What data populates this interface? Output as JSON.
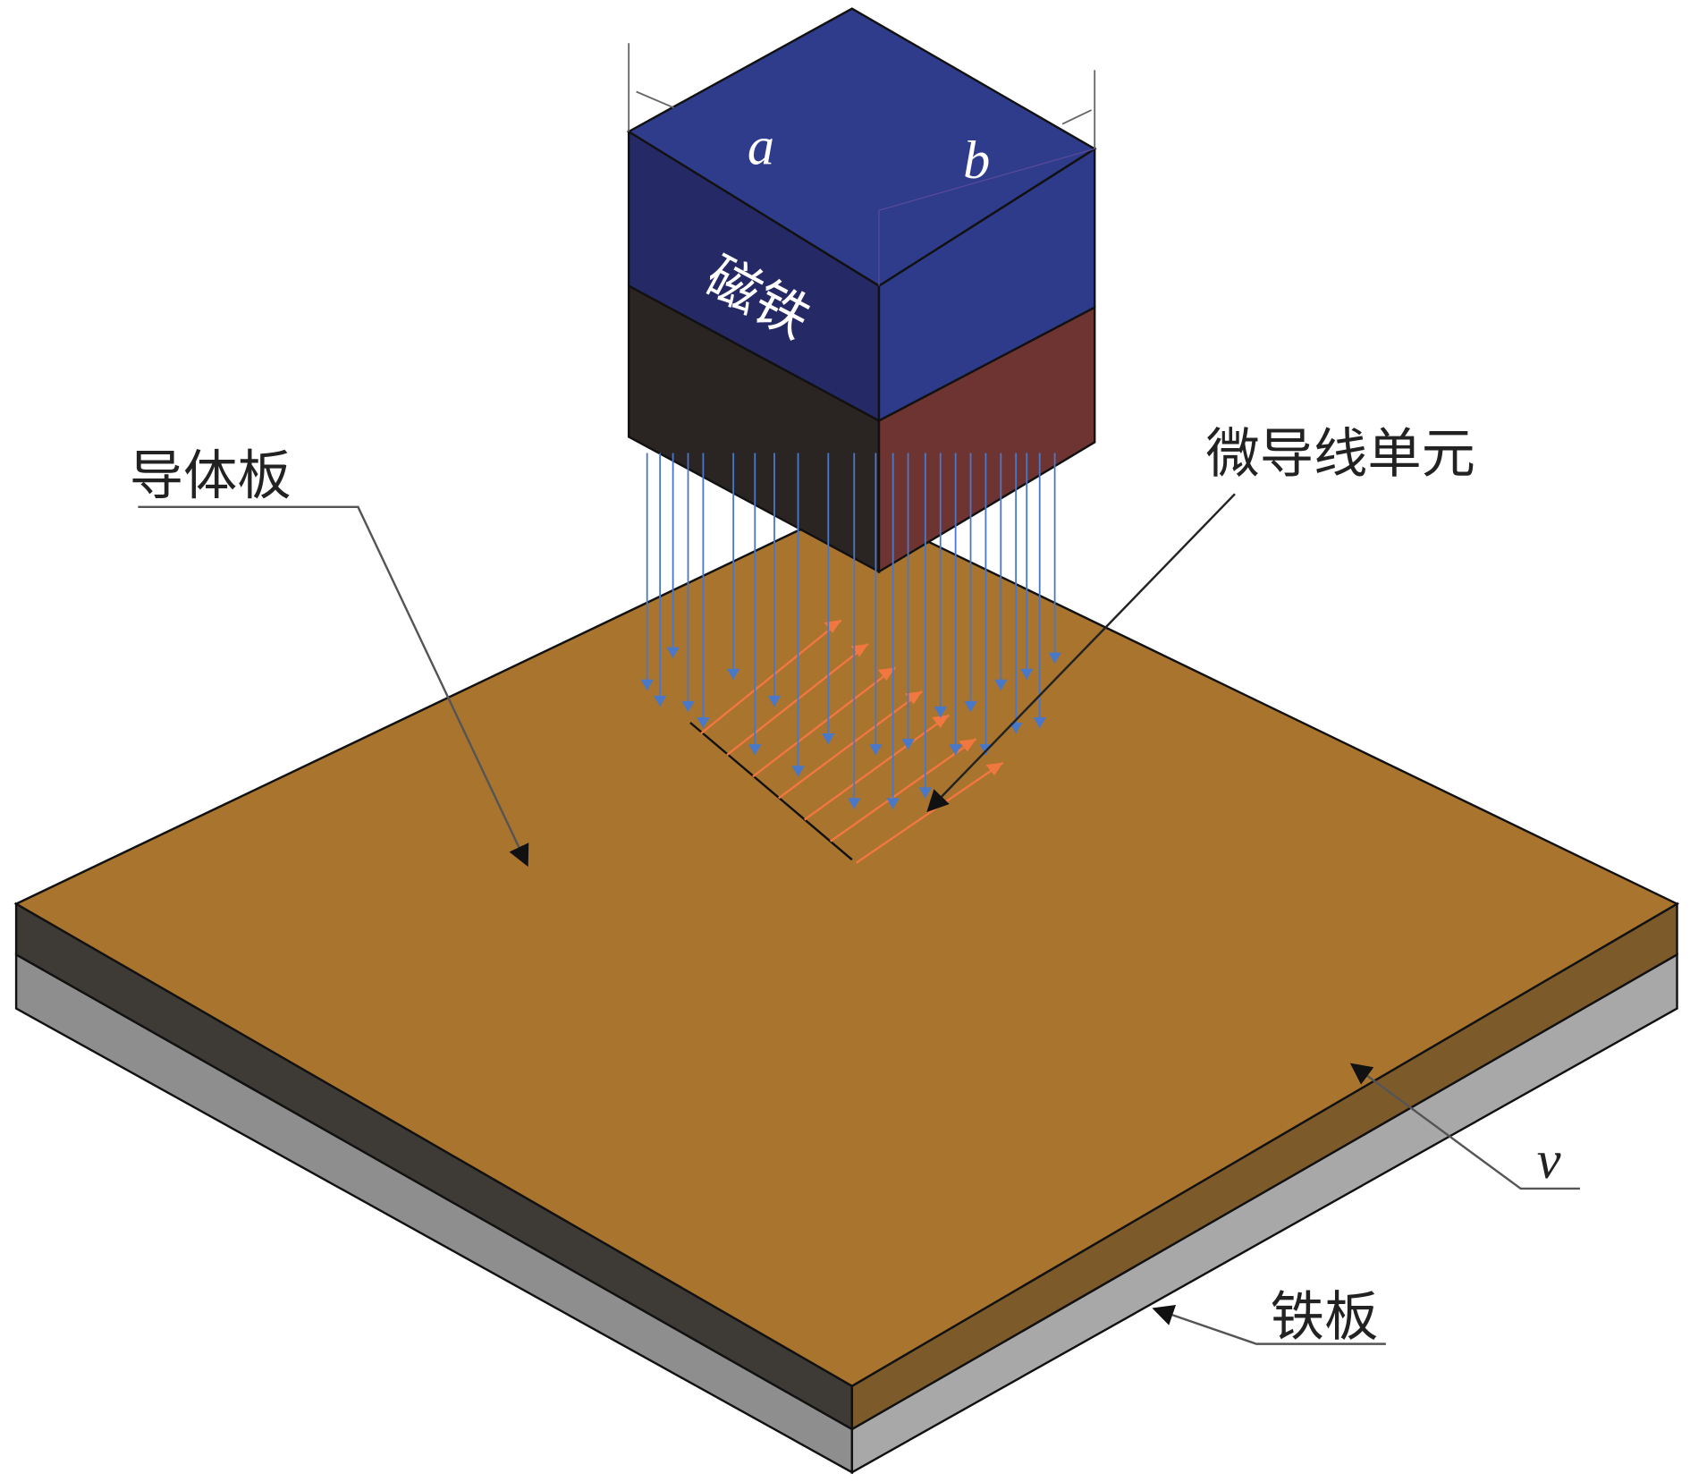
{
  "labels": {
    "magnet": "磁铁",
    "conductor_plate": "导体板",
    "micro_wire_unit": "微导线单元",
    "iron_plate": "铁板",
    "velocity": "v",
    "dim_a": "a",
    "dim_b": "b"
  },
  "colors": {
    "magnet_top": "#2f3c8c",
    "magnet_left_upper": "#252a66",
    "magnet_left_lower": "#2a2422",
    "magnet_right_upper": "#2e3a8a",
    "magnet_right_lower": "#6e3432",
    "plate_top": "#a8742e",
    "plate_side_dark": "#3e3a35",
    "plate_side_brown": "#7d5a2a",
    "iron_side": "#9a9a9a",
    "field_arrow": "#4a78c8",
    "current_arrow": "#f07840"
  }
}
